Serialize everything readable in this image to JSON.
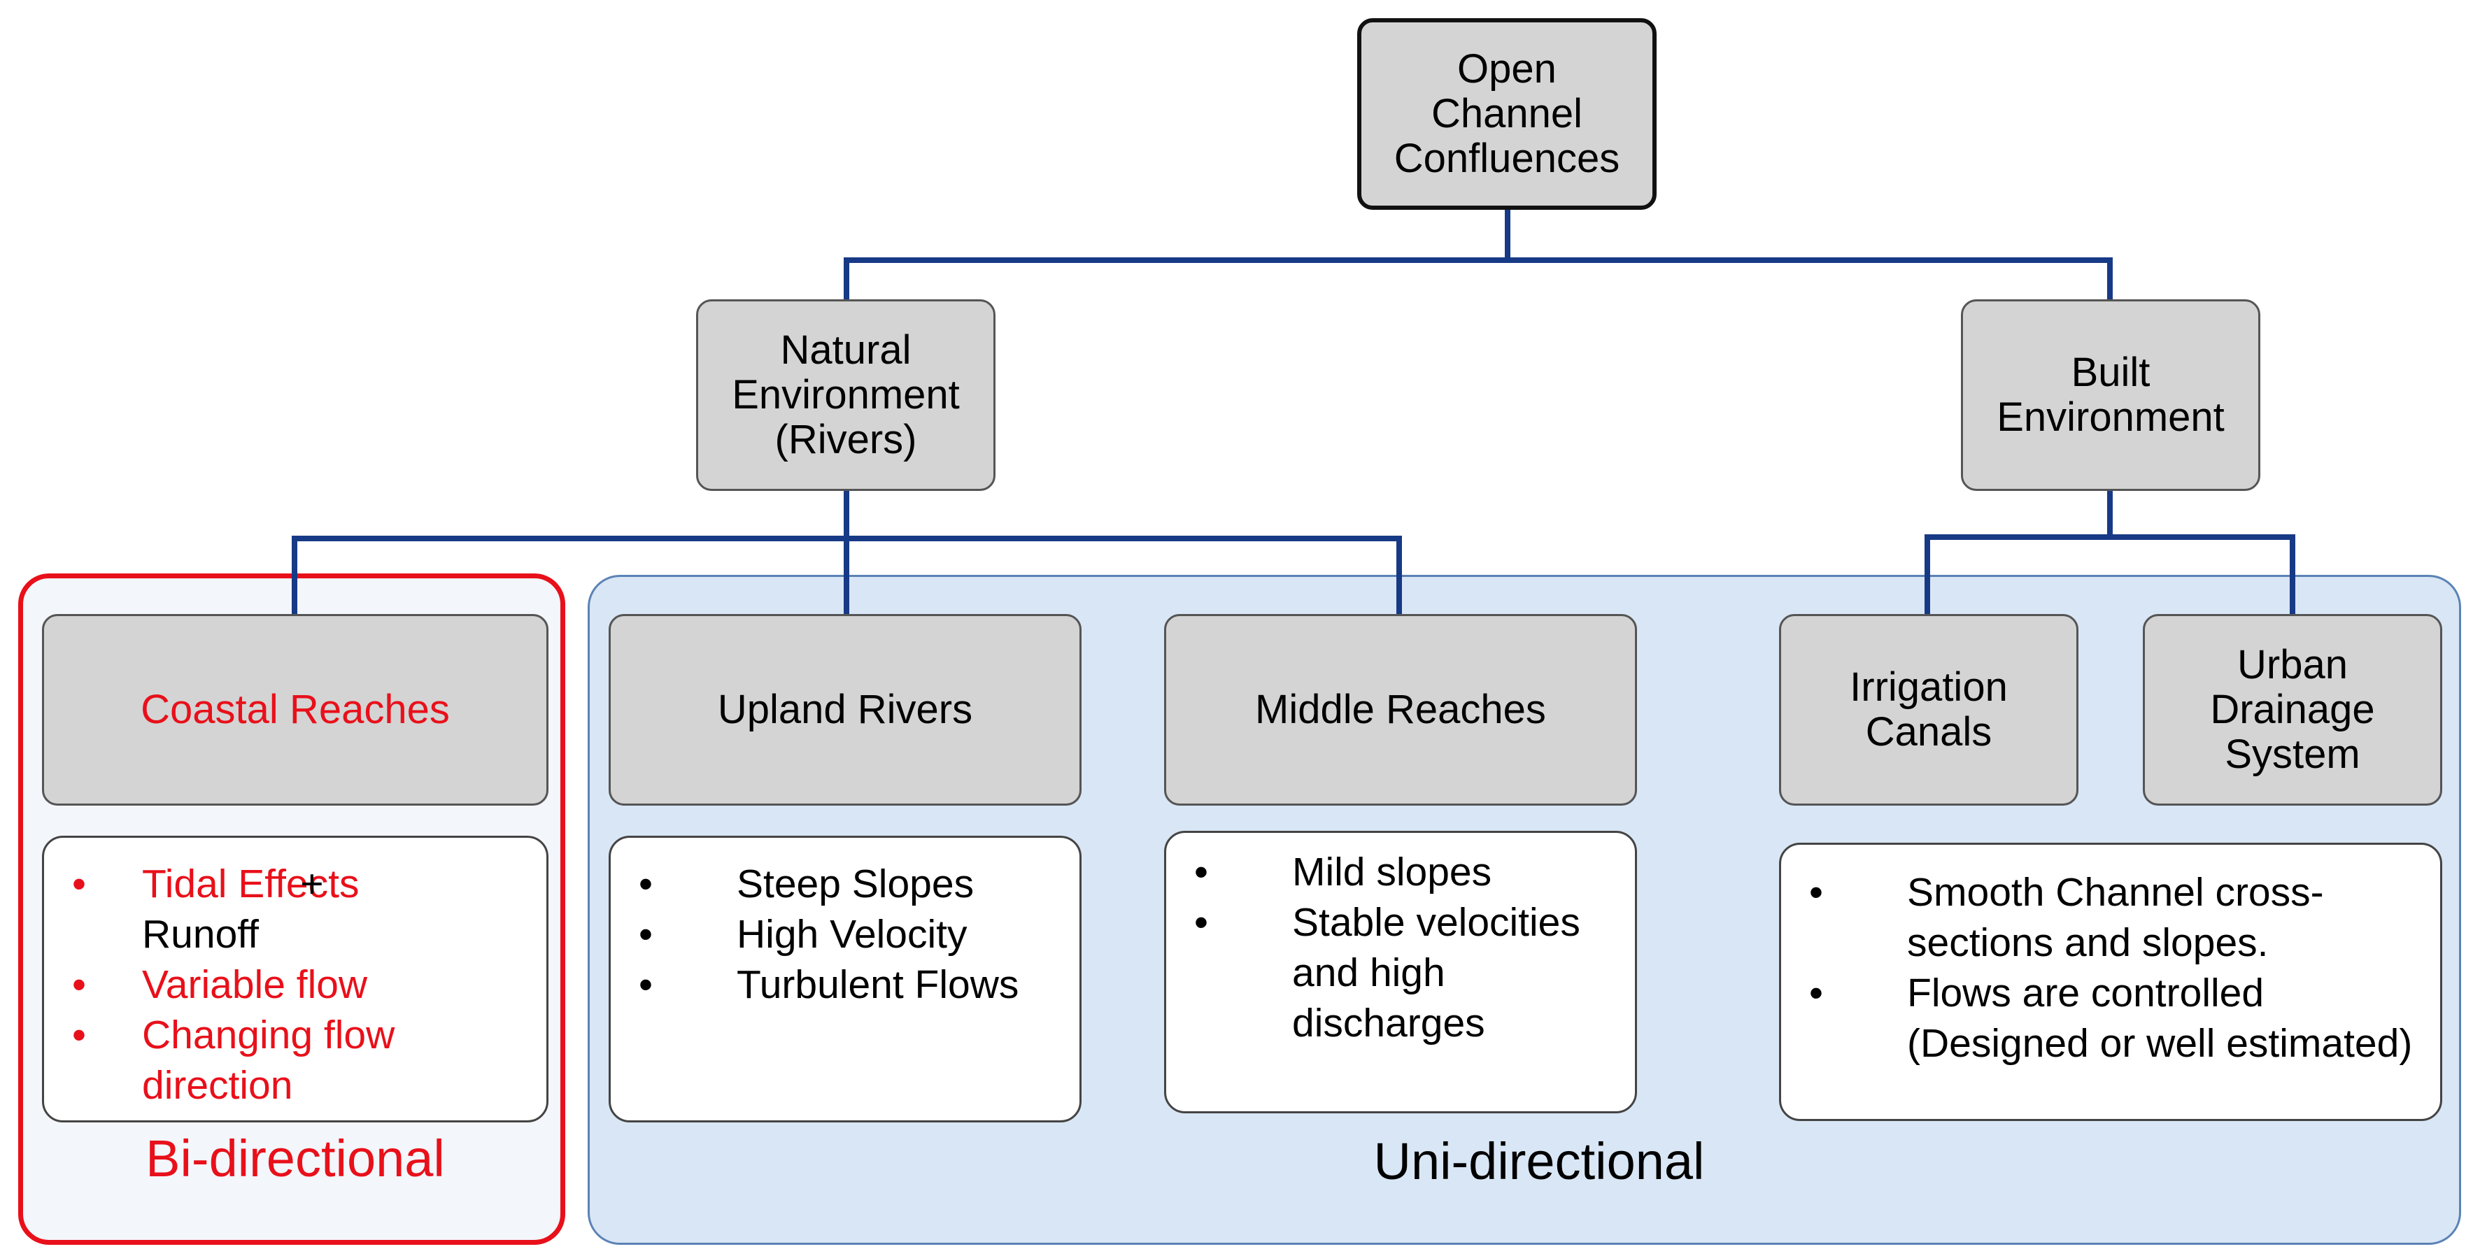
{
  "colors": {
    "connector": "#173a86",
    "accent_red": "#e8101a",
    "node_fill": "#d4d4d4",
    "uni_group_fill": "#d9e6f5"
  },
  "root": {
    "label": "Open\nChannel\nConfluences"
  },
  "level1": {
    "natural": {
      "label": "Natural\nEnvironment\n(Rivers)"
    },
    "built": {
      "label": "Built\nEnvironment"
    }
  },
  "categories": {
    "coastal": {
      "label": "Coastal Reaches",
      "items": [
        {
          "bullet": "•",
          "text": "Tidal Effects",
          "suffix": " +\nRunoff"
        },
        {
          "bullet": "•",
          "text": "Variable flow",
          "suffix": ""
        },
        {
          "bullet": "•",
          "text": "Changing flow\ndirection",
          "suffix": ""
        }
      ]
    },
    "upland": {
      "label": "Upland Rivers",
      "items": [
        {
          "bullet": "•",
          "text": "Steep Slopes"
        },
        {
          "bullet": "•",
          "text": "High Velocity"
        },
        {
          "bullet": "•",
          "text": "Turbulent Flows"
        }
      ]
    },
    "middle": {
      "label": "Middle Reaches",
      "items": [
        {
          "bullet": "•",
          "text": "Mild slopes"
        },
        {
          "bullet": "•",
          "text": "Stable velocities\nand high\ndischarges"
        }
      ]
    },
    "irrigation": {
      "label": "Irrigation\nCanals"
    },
    "urban": {
      "label": "Urban\nDrainage\nSystem"
    },
    "built_card": {
      "items": [
        {
          "bullet": "•",
          "text": "Smooth Channel cross-\nsections and slopes."
        },
        {
          "bullet": "•",
          "text": "Flows are controlled\n(Designed or well estimated)"
        }
      ]
    }
  },
  "groups": {
    "bi_directional": "Bi-directional",
    "uni_directional": "Uni-directional"
  }
}
